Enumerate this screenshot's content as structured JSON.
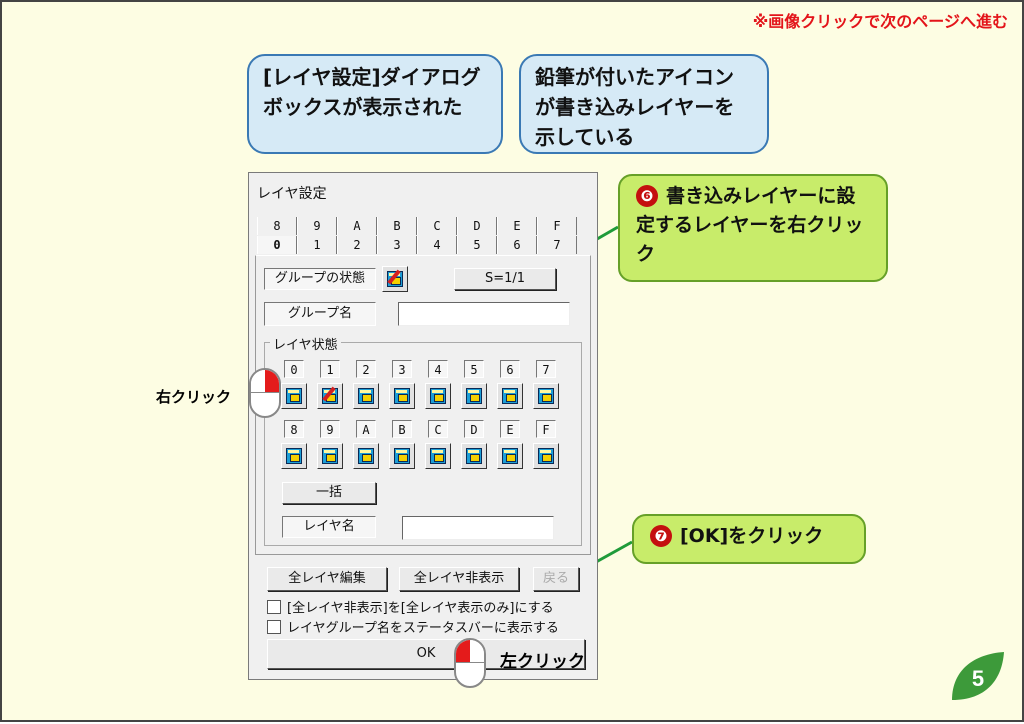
{
  "note": "※画像クリックで次のページへ進む",
  "callouts": {
    "dialog_shown": "[レイヤ設定]ダイアログボックスが表示された",
    "pencil_icon": "鉛筆が付いたアイコンが書き込みレイヤーを示している",
    "step6": "書き込みレイヤーに設定するレイヤーを右クリック",
    "step6_num": "❻",
    "step7": "[OK]をクリック",
    "step7_num": "❼"
  },
  "right_click_label": "右クリック",
  "left_click_label": "左クリック",
  "dialog": {
    "title": "レイヤ設定",
    "tabs_top": [
      "8",
      "9",
      "A",
      "B",
      "C",
      "D",
      "E",
      "F"
    ],
    "tabs_bottom": [
      "0",
      "1",
      "2",
      "3",
      "4",
      "5",
      "6",
      "7"
    ],
    "group_state_label": "グループの状態",
    "scale_button": "S=1/1",
    "group_name_label": "グループ名",
    "group_name_value": "",
    "layer_state_title": "レイヤ状態",
    "layers_row1": [
      "0",
      "1",
      "2",
      "3",
      "4",
      "5",
      "6",
      "7"
    ],
    "layers_row2": [
      "8",
      "9",
      "A",
      "B",
      "C",
      "D",
      "E",
      "F"
    ],
    "bulk_button": "一括",
    "layer_name_label": "レイヤ名",
    "layer_name_value": "",
    "all_edit_button": "全レイヤ編集",
    "all_hide_button": "全レイヤ非表示",
    "back_button": "戻る",
    "check1": "[全レイヤ非表示]を[全レイヤ表示のみ]にする",
    "check2": "レイヤグループ名をステータスバーに表示する",
    "ok_button": "OK"
  },
  "page_number": "5",
  "colors": {
    "callout_blue": "#d6eaf6",
    "callout_green": "#c8ec6a",
    "accent_red": "#e3141a",
    "leaf_green": "#3d9a3a"
  }
}
